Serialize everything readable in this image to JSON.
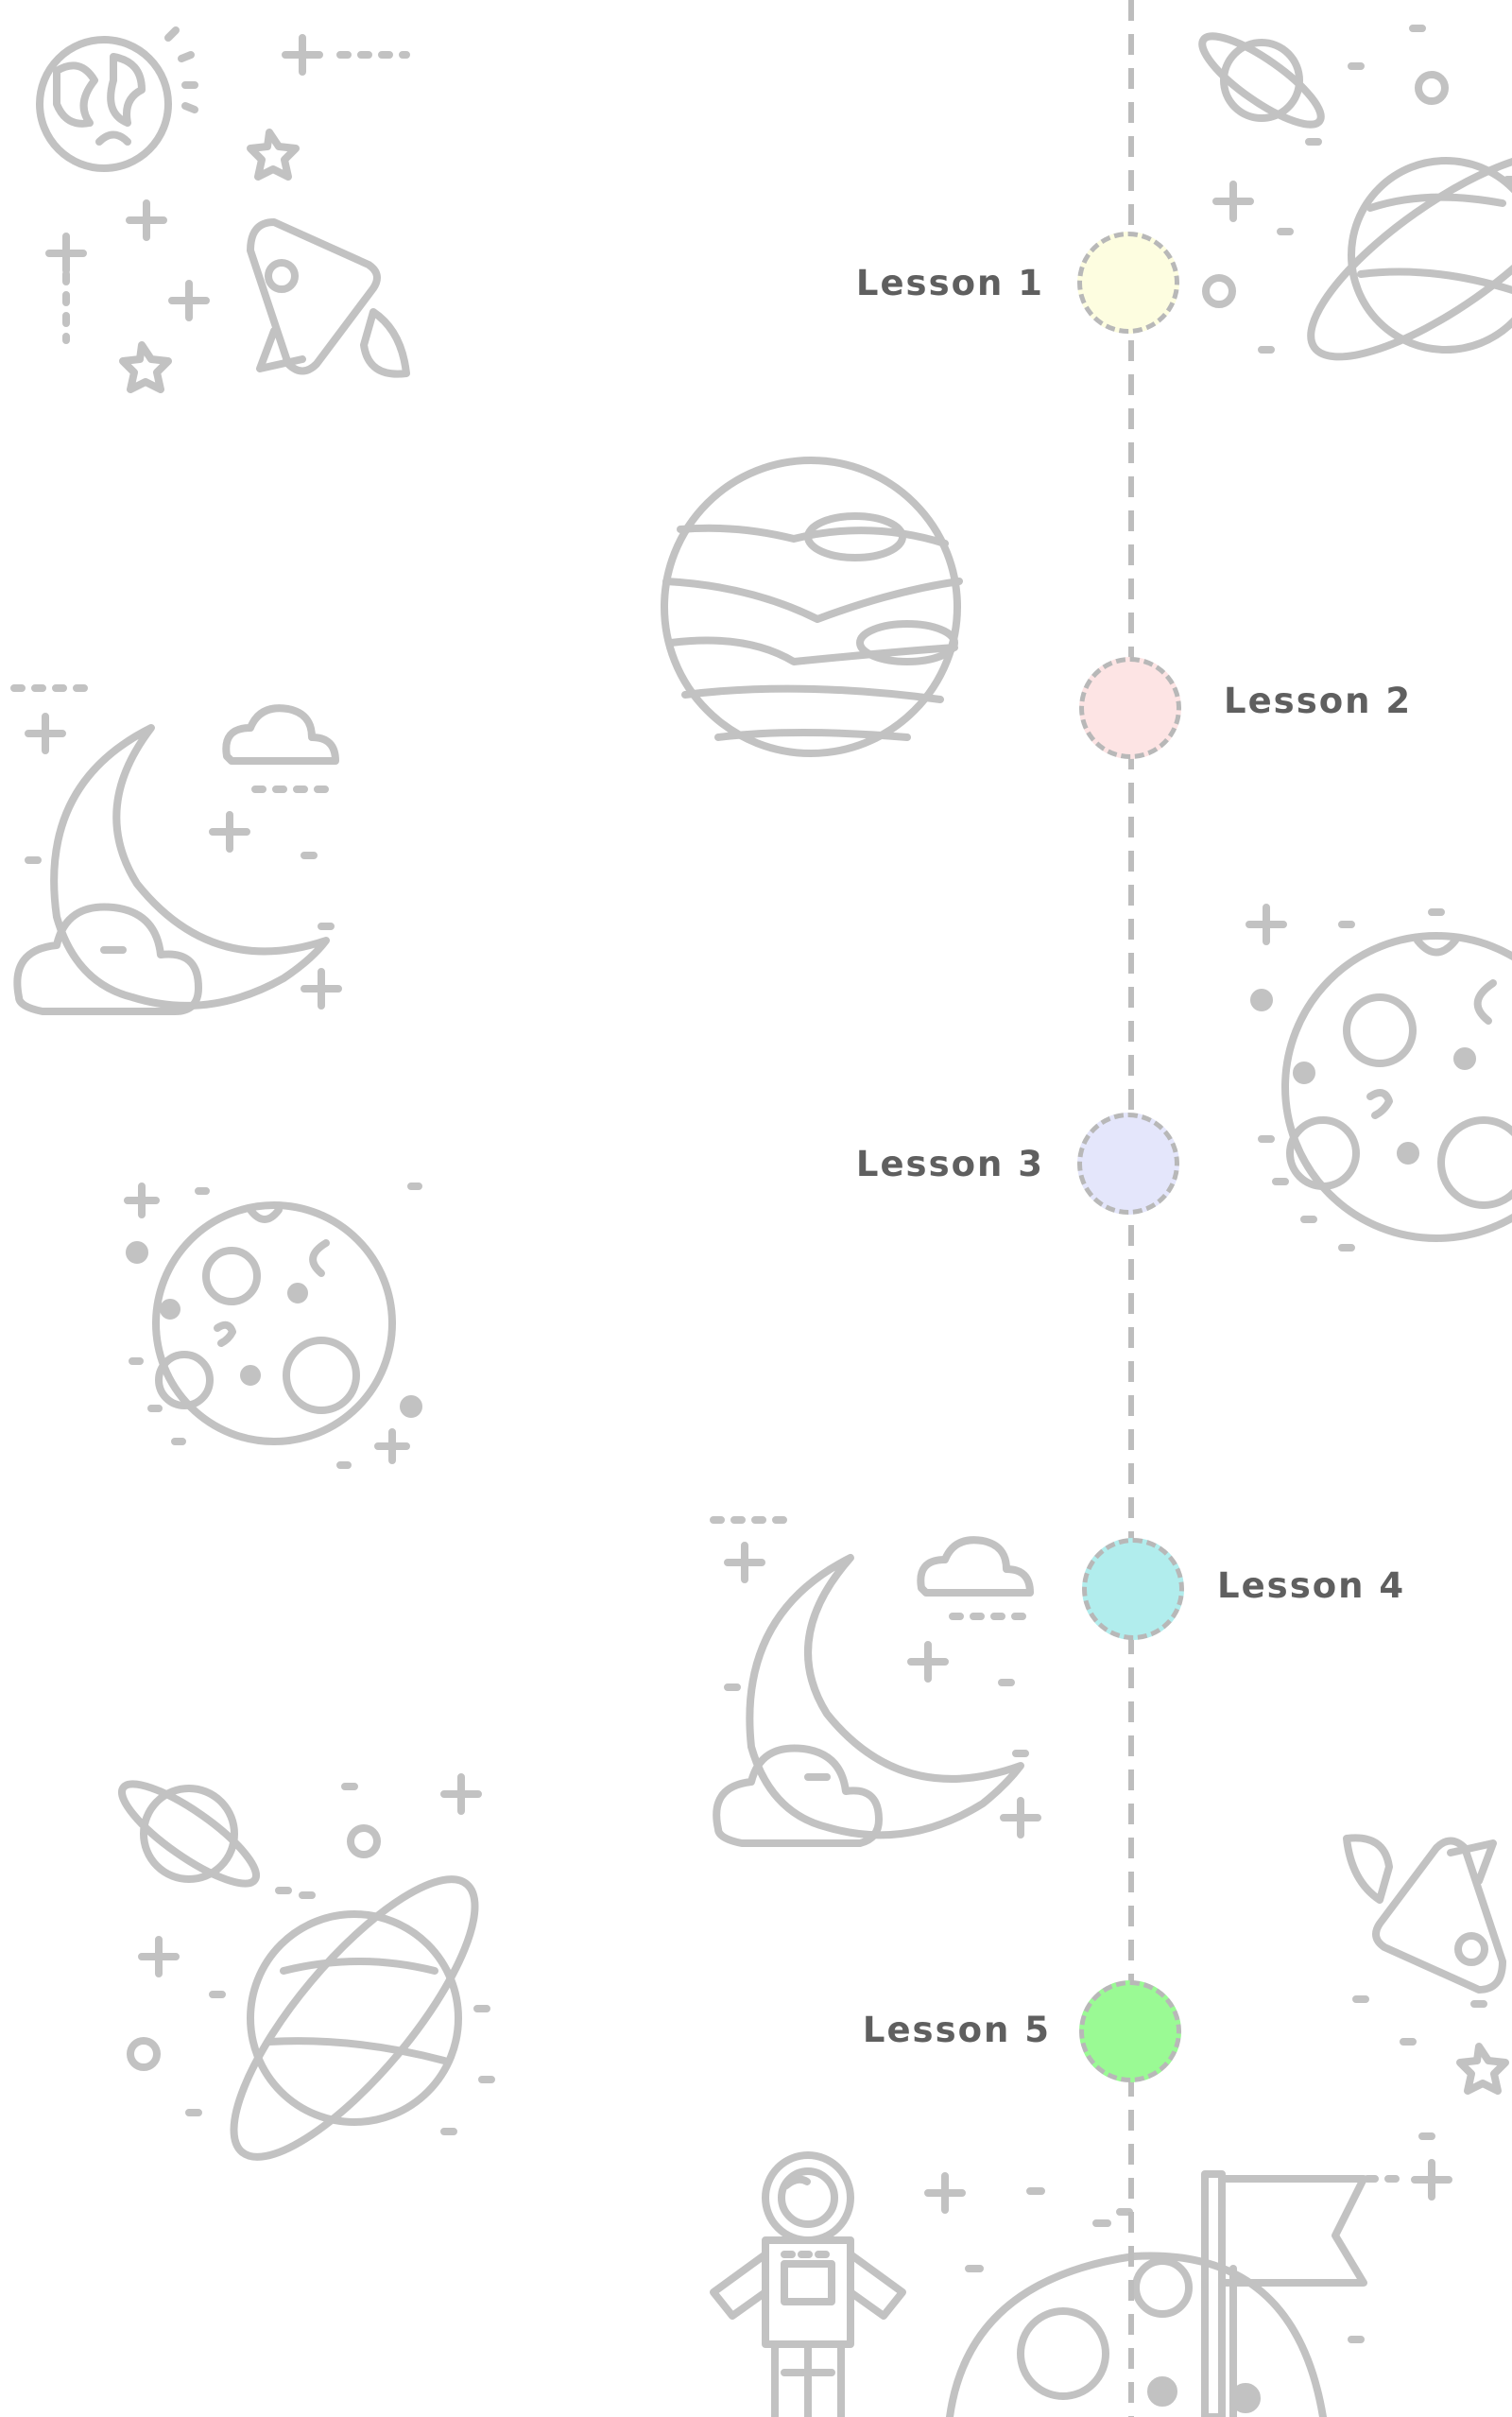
{
  "timeline": {
    "line_color": "#bdbdbd",
    "icon_color": "#c2c2c2",
    "lessons": [
      {
        "label": "Lesson 1",
        "color": "#fdfde0"
      },
      {
        "label": "Lesson 2",
        "color": "#fde4e4"
      },
      {
        "label": "Lesson 3",
        "color": "#e4e6fb"
      },
      {
        "label": "Lesson 4",
        "color": "#b1eded"
      },
      {
        "label": "Lesson 5",
        "color": "#9afa94"
      }
    ]
  },
  "decor_icons": [
    "earth-icon",
    "rocket-icon",
    "saturn-icon",
    "jupiter-icon",
    "moon-cloud-icon",
    "cratered-moon-icon",
    "astronaut-icon",
    "flag-moon-icon",
    "star-icon"
  ]
}
